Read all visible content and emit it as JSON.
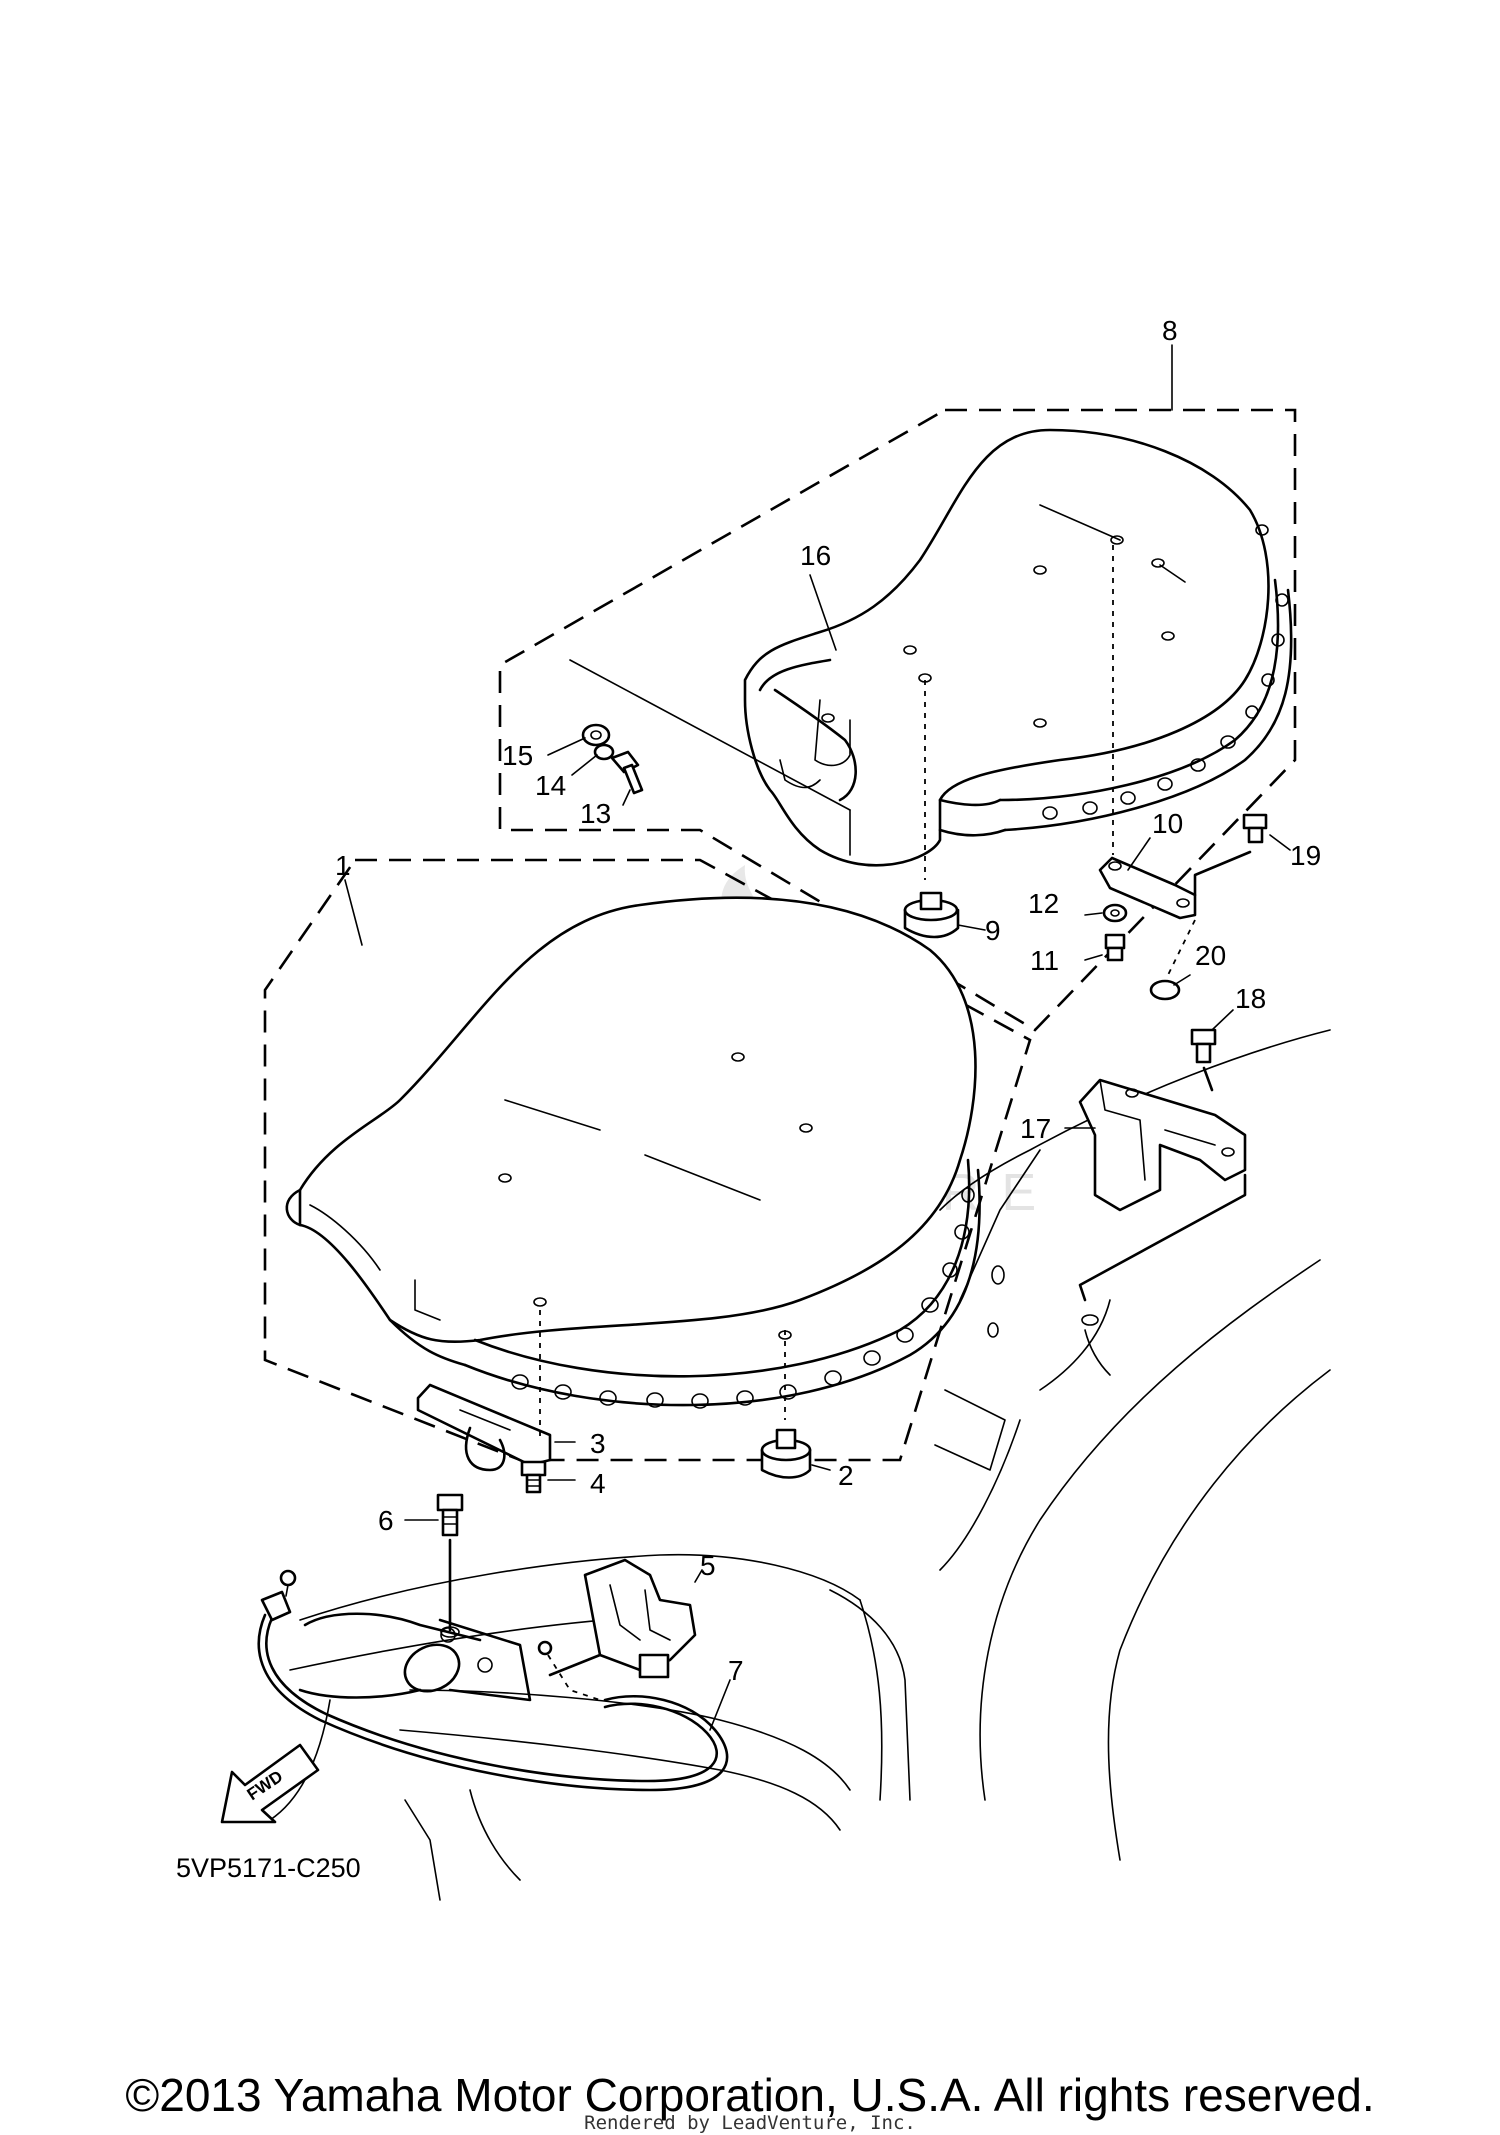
{
  "diagram_code": "5VP5171-C250",
  "copyright": "©2013 Yamaha Motor Corporation, U.S.A. All rights reserved.",
  "rendered_by": "Rendered by LeadVenture, Inc.",
  "watermark": "LEADVENTURE",
  "fwd_label": "FWD",
  "callouts": {
    "c1": "1",
    "c2": "2",
    "c3": "3",
    "c4": "4",
    "c5": "5",
    "c6": "6",
    "c7": "7",
    "c8": "8",
    "c9": "9",
    "c10": "10",
    "c11": "11",
    "c12": "12",
    "c13": "13",
    "c14": "14",
    "c15": "15",
    "c16": "16",
    "c17": "17",
    "c18": "18",
    "c19": "19",
    "c20": "20"
  }
}
